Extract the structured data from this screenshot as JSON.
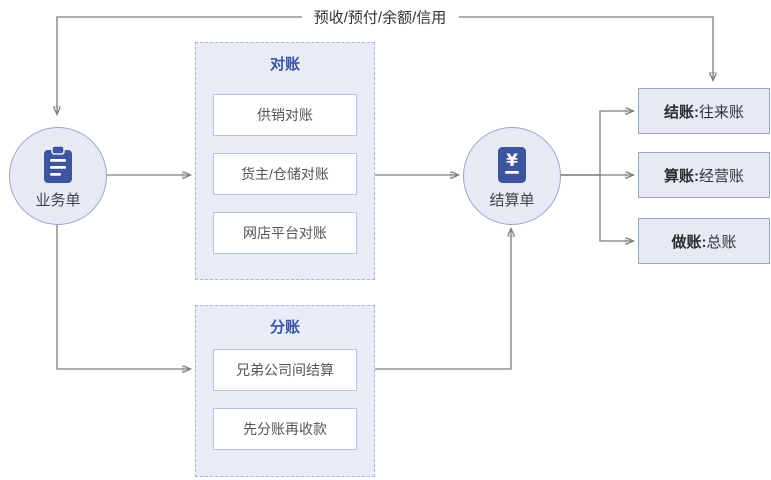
{
  "diagram": {
    "top_label": "预收/预付/余额/信用",
    "business_order": {
      "label": "业务单"
    },
    "settlement_order": {
      "label": "结算单"
    },
    "reconciliation": {
      "title": "对账",
      "items": [
        "供销对账",
        "货主/仓储对账",
        "网店平台对账"
      ]
    },
    "split": {
      "title": "分账",
      "items": [
        "兄弟公司间结算",
        "先分账再收款"
      ]
    },
    "outputs": [
      {
        "bold": "结账:",
        "text": "往来账"
      },
      {
        "bold": "算账:",
        "text": "经营账"
      },
      {
        "bold": "做账:",
        "text": "总账"
      }
    ],
    "colors": {
      "node_fill": "#e6eaf5",
      "node_border": "#9aa6c9",
      "group_fill": "#e9ecf6",
      "group_border": "#a9b5da",
      "icon_blue": "#3d549f",
      "title_blue": "#3c55a5",
      "connector_gray": "#7d7d7d",
      "text_dark": "#333333"
    }
  }
}
